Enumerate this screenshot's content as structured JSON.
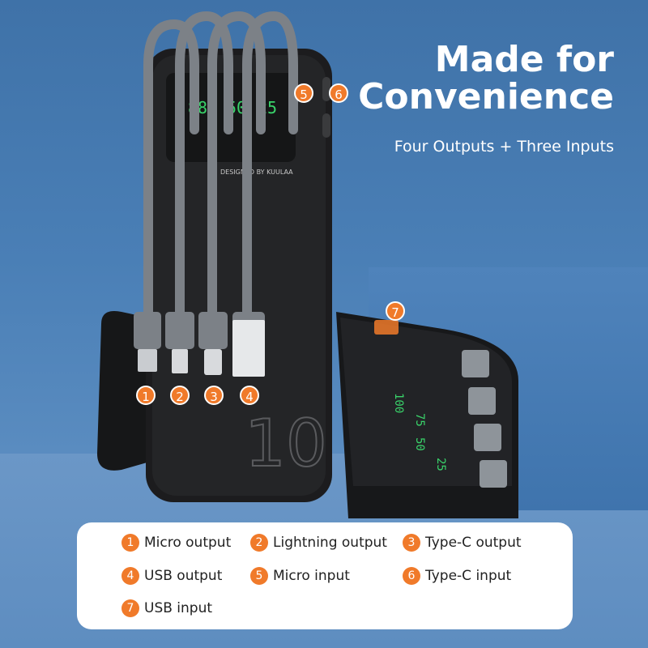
{
  "headline": {
    "line1": "Made for",
    "line2": "Convenience"
  },
  "subtitle": "Four Outputs + Three Inputs",
  "product": {
    "brand_text": "DESIGNED BY KUULAA",
    "capacity_mark": "10",
    "display_front": [
      "88",
      "50",
      "25"
    ],
    "display_back": [
      "100",
      "75",
      "50",
      "25"
    ]
  },
  "callouts": [
    "1",
    "2",
    "3",
    "4",
    "5",
    "6",
    "7"
  ],
  "legend": [
    {
      "num": "1",
      "label": "Micro output"
    },
    {
      "num": "2",
      "label": "Lightning output"
    },
    {
      "num": "3",
      "label": "Type-C output"
    },
    {
      "num": "4",
      "label": "USB output"
    },
    {
      "num": "5",
      "label": "Micro input"
    },
    {
      "num": "6",
      "label": "Type-C input"
    },
    {
      "num": "7",
      "label": "USB input"
    }
  ],
  "colors": {
    "accent": "#f07a2a",
    "display_green": "#39d36a",
    "body_black": "#1c1c1e",
    "cable_gray": "#7c8187"
  }
}
